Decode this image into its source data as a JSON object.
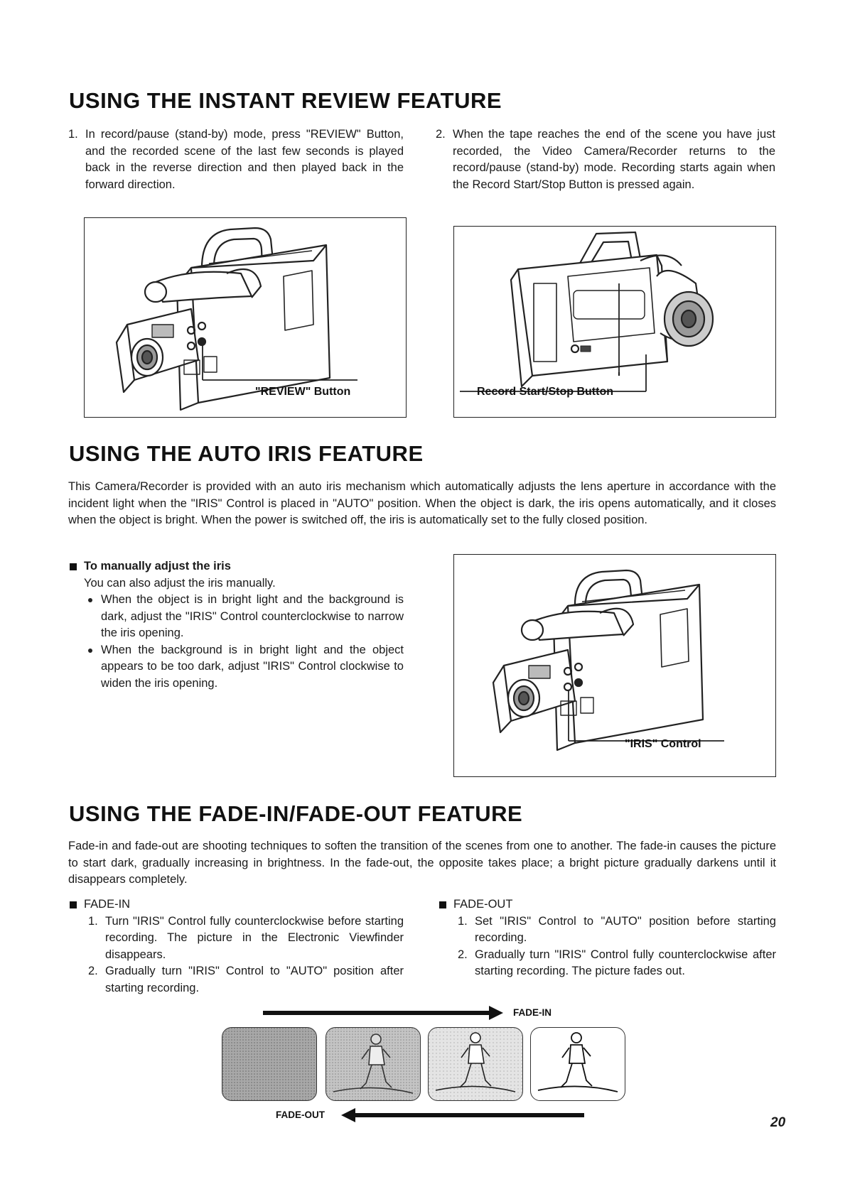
{
  "section1": {
    "title": "USING THE INSTANT REVIEW FEATURE",
    "step1_num": "1.",
    "step1_text": "In record/pause (stand-by) mode, press \"REVIEW\" Button, and the recorded scene of the last few seconds is played back in the reverse direction and then played back in the forward direction.",
    "step2_num": "2.",
    "step2_text": "When the tape reaches the end of the scene you have just recorded, the Video Camera/Recorder returns to the record/pause (stand-by) mode. Recording starts again when the Record Start/Stop Button is pressed again.",
    "fig1_label": "\"REVIEW\" Button",
    "fig2_label": "Record Start/Stop Button"
  },
  "section2": {
    "title": "USING THE AUTO IRIS FEATURE",
    "intro": "This Camera/Recorder is provided with an auto iris mechanism which automatically adjusts the lens aperture in accordance with the incident light when the \"IRIS\" Control is placed in \"AUTO\" position. When the object is dark, the iris opens automatically, and it closes when the object is bright. When the power is switched off, the iris is automatically set to the fully closed position.",
    "sub_heading": "To manually adjust the iris",
    "sub_intro": "You can also adjust the iris manually.",
    "bullet1": "When the object is in bright light and the background is dark, adjust the \"IRIS\" Control counterclockwise to narrow the iris opening.",
    "bullet2": "When the background is in bright light and the object appears to be too dark, adjust \"IRIS\" Control clockwise to widen the iris opening.",
    "fig_label": "\"IRIS\" Control"
  },
  "section3": {
    "title": "USING THE FADE-IN/FADE-OUT FEATURE",
    "intro": "Fade-in and fade-out are shooting techniques to soften the transition of the scenes from one to another. The fade-in causes the picture to start dark, gradually increasing in brightness. In the fade-out, the opposite takes place; a bright picture gradually darkens until it disappears completely.",
    "fadein_heading": "FADE-IN",
    "fadein_step1_num": "1.",
    "fadein_step1": "Turn \"IRIS\" Control fully counterclockwise before starting recording. The picture in the Electronic Viewfinder disappears.",
    "fadein_step2_num": "2.",
    "fadein_step2": "Gradually turn \"IRIS\" Control to \"AUTO\" position after starting recording.",
    "fadeout_heading": "FADE-OUT",
    "fadeout_step1_num": "1.",
    "fadeout_step1": "Set \"IRIS\" Control to \"AUTO\" position before starting recording.",
    "fadeout_step2_num": "2.",
    "fadeout_step2": "Gradually turn \"IRIS\" Control fully counterclockwise after starting recording. The picture fades out.",
    "arrow_fadein_label": "FADE-IN",
    "arrow_fadeout_label": "FADE-OUT"
  },
  "page_number": "20"
}
